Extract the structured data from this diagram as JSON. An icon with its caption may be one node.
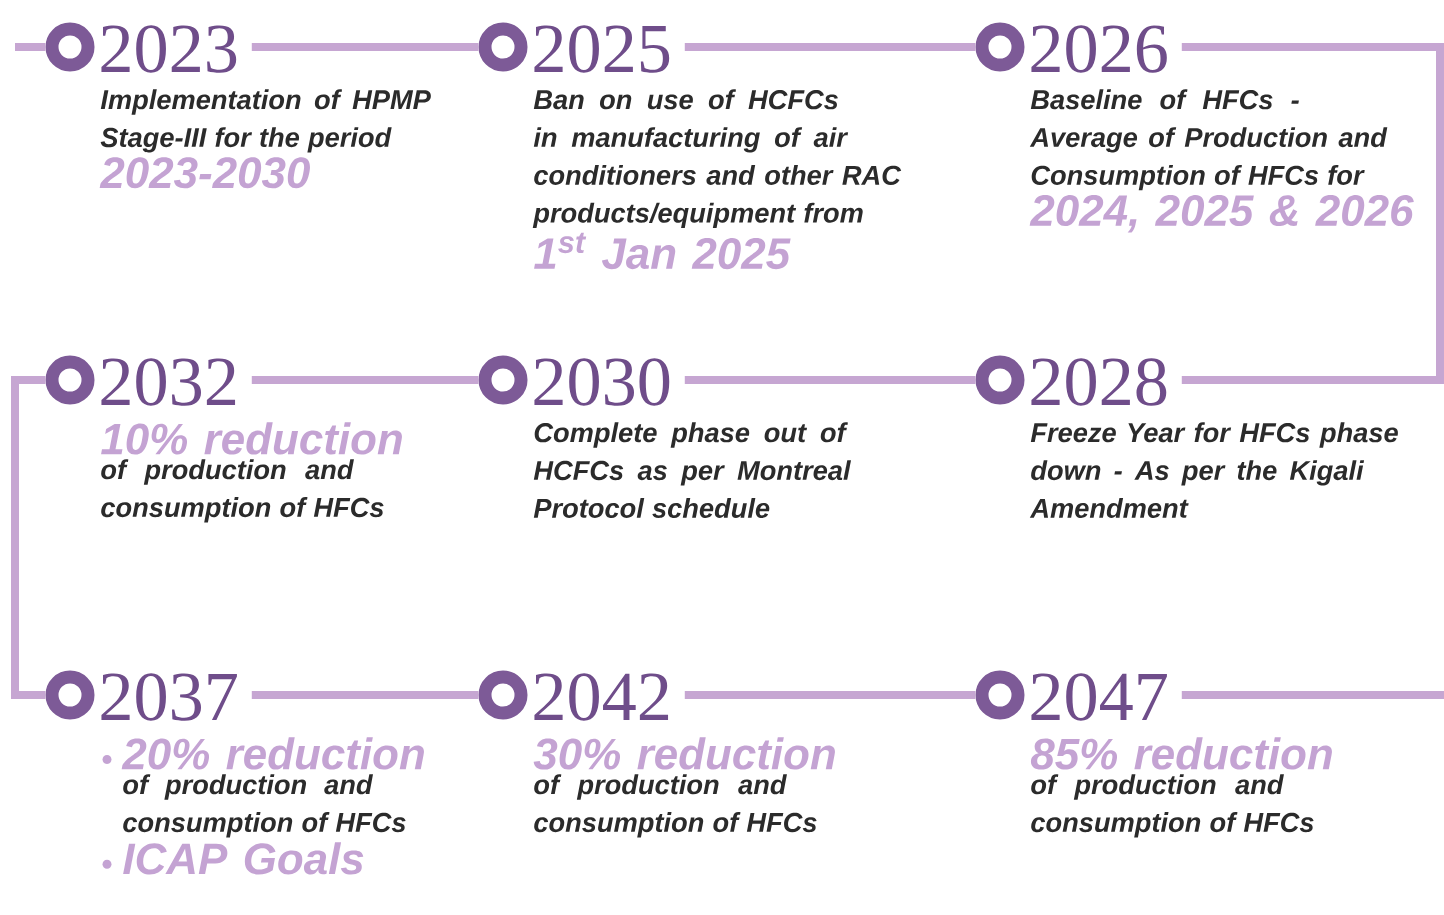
{
  "diagram": {
    "nodes": [
      {
        "text": [
          "2023",
          "Implementation of HPMP Stage-III for the period",
          "2023-2030"
        ]
      },
      {
        "text": [
          "2025",
          "Ban on use of HCFCs in manufacturing of air conditioners and other RAC products/equipment from",
          "1$^{st}$ Jan 2025"
        ]
      },
      {
        "text": [
          "2026",
          "Baseline of HFCs - Average of Production and Consumption of HFCs for",
          "2024, 2025 & 2026"
        ]
      },
      {
        "text": [
          "2032",
          "10% reduction",
          "of production and consumption of HFCs"
        ]
      },
      {
        "text": [
          "2030",
          "Complete phase out of HCFCs as per Montreal Protocol schedule"
        ]
      },
      {
        "text": [
          "2028",
          "Freeze Year for HFCs phase down - As per the Kigali Amendment"
        ]
      },
      {
        "text": [
          "2037",
          "20% reduction",
          "of production and consumption of HFCs",
          "ICAP Goals"
        ]
      },
      {
        "text": [
          "2042",
          "30% reduction",
          "of production and consumption of HFCs"
        ]
      },
      {
        "text": [
          "2047",
          "85% reduction",
          "of production and consumption of HFCs"
        ]
      }
    ],
    "edges": [
      {
        "from": null,
        "to": 0,
        "arrow": "none"
      },
      {
        "from": 0,
        "to": 1,
        "arrow": "none"
      },
      {
        "from": 1,
        "to": 2,
        "arrow": "none"
      },
      {
        "from": 2,
        "to": 5,
        "arrow": "none"
      },
      {
        "from": 5,
        "to": 4,
        "arrow": "none"
      },
      {
        "from": 4,
        "to": 3,
        "arrow": "none"
      },
      {
        "from": 3,
        "to": 6,
        "arrow": "none"
      },
      {
        "from": 6,
        "to": 7,
        "arrow": "none"
      },
      {
        "from": 7,
        "to": 8,
        "arrow": "none"
      },
      {
        "from": 8,
        "to": null,
        "arrow": "none"
      }
    ]
  }
}
